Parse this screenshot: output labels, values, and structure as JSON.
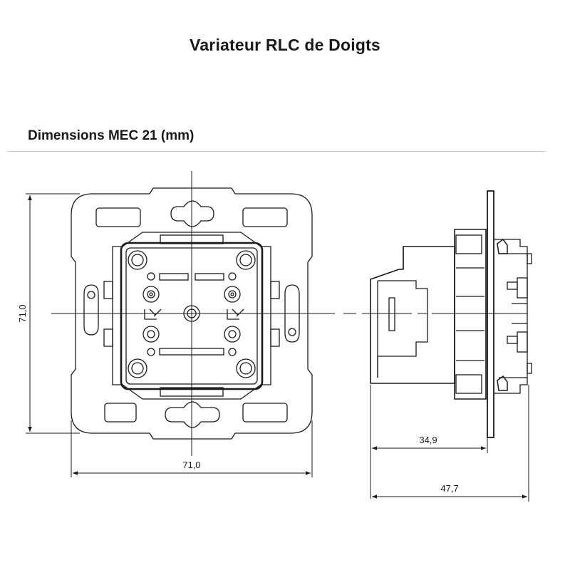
{
  "title": "Variateur RLC de Doigts",
  "subtitle": "Dimensions MEC 21 (mm)",
  "dimensions": {
    "height": "71,0",
    "width": "71,0",
    "depth_inner": "34,9",
    "depth_total": "47,7"
  }
}
